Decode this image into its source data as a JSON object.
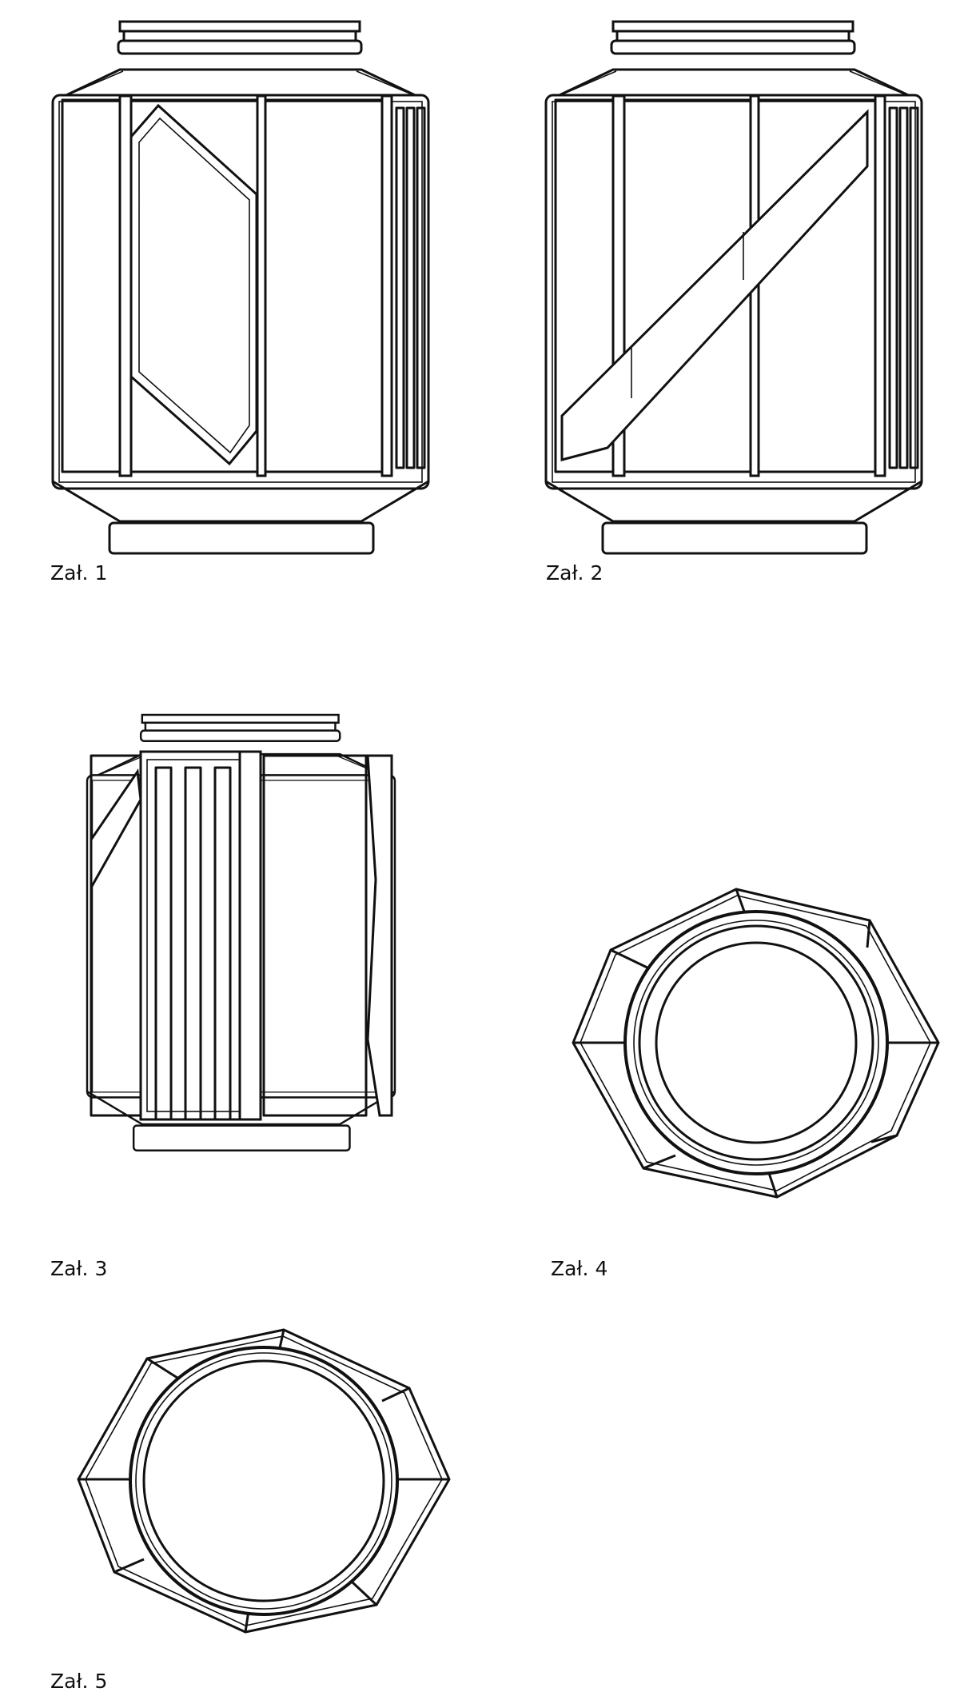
{
  "figures": [
    {
      "label": "Zał. 1",
      "view": "front-hexagon-window"
    },
    {
      "label": "Zał. 2",
      "view": "front-diagonal-band"
    },
    {
      "label": "Zał. 3",
      "view": "front-ribbed-panel"
    },
    {
      "label": "Zał. 4",
      "view": "top"
    },
    {
      "label": "Zał. 5",
      "view": "bottom"
    }
  ]
}
